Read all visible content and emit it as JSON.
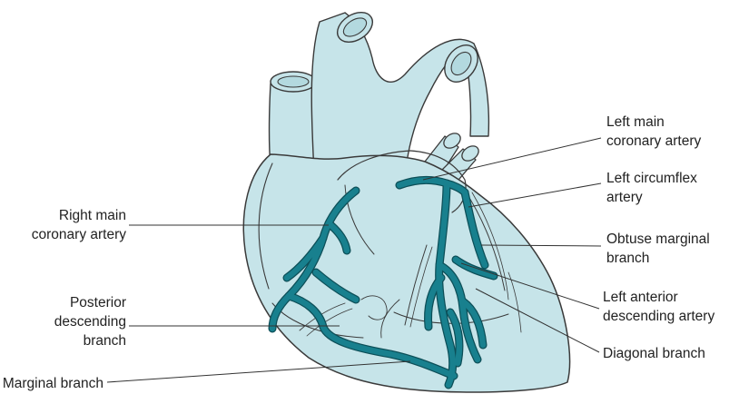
{
  "colors": {
    "heart_fill": "#c6e4e9",
    "outline": "#3a3a3a",
    "artery": "#18808e",
    "artery_edge": "#0d4f58",
    "leader": "#333333"
  },
  "labels": {
    "right_main_coronary": [
      "Right main",
      "coronary artery"
    ],
    "posterior_descending": [
      "Posterior",
      "descending",
      "branch"
    ],
    "marginal_branch": [
      "Marginal branch"
    ],
    "left_main_coronary": [
      "Left main",
      "coronary artery"
    ],
    "left_circumflex": [
      "Left circumflex",
      "artery"
    ],
    "obtuse_marginal": [
      "Obtuse marginal",
      "branch"
    ],
    "left_anterior_descending": [
      "Left anterior",
      "descending artery"
    ],
    "diagonal_branch": [
      "Diagonal branch"
    ]
  }
}
